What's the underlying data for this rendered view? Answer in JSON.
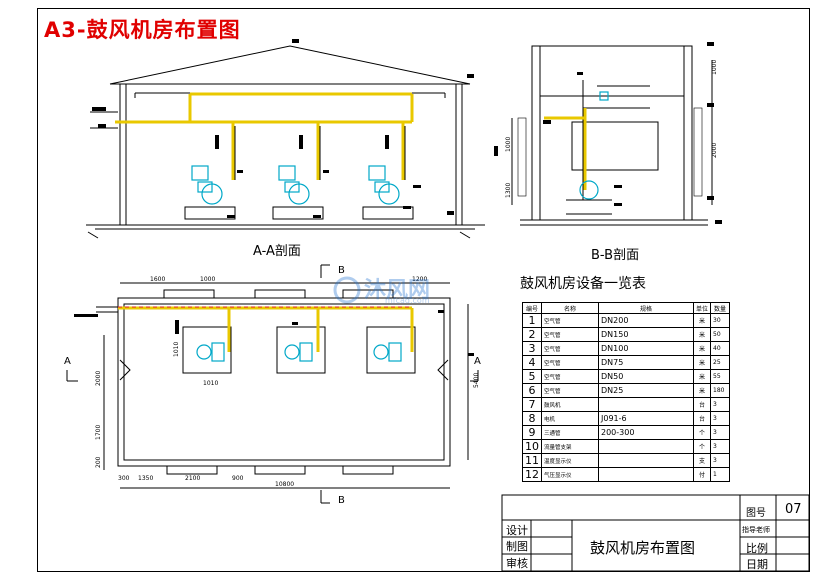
{
  "drawing": {
    "title": "A3-鼓风机房布置图",
    "section_aa_caption": "A-A剖面",
    "section_bb_caption": "B-B剖面",
    "watermark": "沐风网",
    "watermark_url": "mfcad.com",
    "cut_marks": {
      "a_left": "A",
      "a_right": "A",
      "b_top": "B",
      "b_bottom": "B"
    },
    "dimensions": {
      "plan_top": [
        "1600",
        "1000",
        "1200"
      ],
      "plan_bottom": [
        "300",
        "1350",
        "2100",
        "900"
      ],
      "plan_total": "10800",
      "plan_left": [
        "2000",
        "1700",
        "200"
      ],
      "plan_right": "5400",
      "pump_box_w": "1010",
      "pump_box_h": "1010",
      "bb_right": [
        "1000",
        "2000"
      ],
      "bb_left": [
        "1000",
        "1300"
      ]
    }
  },
  "equipment_table": {
    "title": "鼓风机房设备一览表",
    "headers": [
      "编号",
      "名称",
      "规格",
      "单位",
      "数量"
    ],
    "rows": [
      {
        "no": "1",
        "name": "空气管",
        "spec": "DN200",
        "unit": "米",
        "qty": "30"
      },
      {
        "no": "2",
        "name": "空气管",
        "spec": "DN150",
        "unit": "米",
        "qty": "50"
      },
      {
        "no": "3",
        "name": "空气管",
        "spec": "DN100",
        "unit": "米",
        "qty": "40"
      },
      {
        "no": "4",
        "name": "空气管",
        "spec": "DN75",
        "unit": "米",
        "qty": "25"
      },
      {
        "no": "5",
        "name": "空气管",
        "spec": "DN50",
        "unit": "米",
        "qty": "55"
      },
      {
        "no": "6",
        "name": "空气管",
        "spec": "DN25",
        "unit": "米",
        "qty": "180"
      },
      {
        "no": "7",
        "name": "鼓风机",
        "spec": "",
        "unit": "台",
        "qty": "3"
      },
      {
        "no": "8",
        "name": "电机",
        "spec": "J091-6",
        "unit": "台",
        "qty": "3"
      },
      {
        "no": "9",
        "name": "三通管",
        "spec": "200-300",
        "unit": "个",
        "qty": "3"
      },
      {
        "no": "10",
        "name": "流量管支架",
        "spec": "",
        "unit": "个",
        "qty": "3"
      },
      {
        "no": "11",
        "name": "温度显示仪",
        "spec": "",
        "unit": "支",
        "qty": "3"
      },
      {
        "no": "12",
        "name": "气压显示仪",
        "spec": "",
        "unit": "付",
        "qty": "1"
      }
    ]
  },
  "title_block": {
    "drawing_name": "鼓风机房布置图",
    "design": "设计",
    "drawn": "制图",
    "review": "审核",
    "fig_no_label": "图号",
    "fig_no": "07",
    "advisor_label": "指导老师",
    "scale_label": "比例",
    "date_label": "日期"
  }
}
